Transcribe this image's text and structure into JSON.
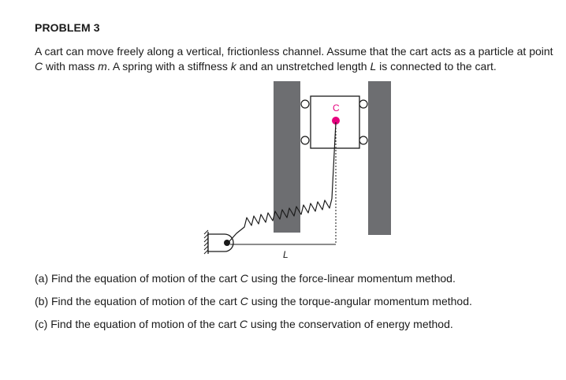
{
  "problem": {
    "title": "PROBLEM 3",
    "intro": {
      "t1": "A cart can move freely along a vertical, frictionless channel. Assume that the cart acts as a particle at point ",
      "point": "C",
      "t2": " with mass ",
      "mass": "m",
      "t3": ". A spring with a stiffness ",
      "stiffness": "k",
      "t4": " and an unstretched length ",
      "length": "L",
      "t5": " is connected to the cart."
    },
    "figure": {
      "point_label": "C",
      "length_label": "L",
      "colors": {
        "channel": "#6d6e71",
        "point": "#e6007e",
        "line": "#1a1a1a"
      }
    },
    "questions": [
      {
        "pre": "(a) Find the equation of motion of the cart ",
        "var": "C",
        "post": " using the force-linear momentum method."
      },
      {
        "pre": "(b) Find the equation of motion of the cart ",
        "var": "C",
        "post": " using the torque-angular momentum method."
      },
      {
        "pre": "(c) Find the equation of motion of the cart ",
        "var": "C",
        "post": " using the conservation of energy method."
      }
    ]
  }
}
